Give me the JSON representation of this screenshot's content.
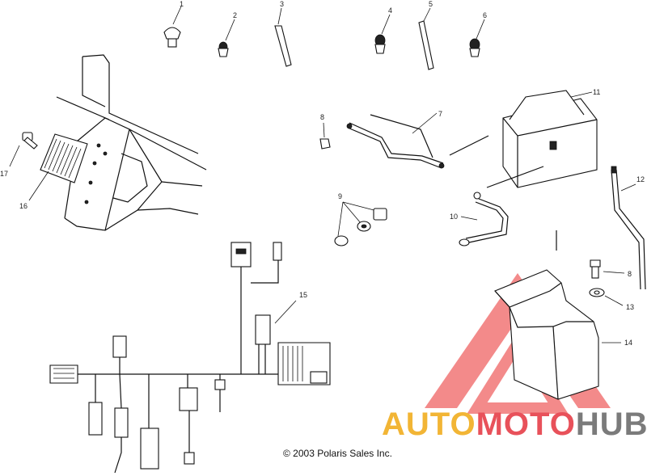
{
  "callouts": [
    {
      "id": "c1",
      "label": "1"
    },
    {
      "id": "c2",
      "label": "2"
    },
    {
      "id": "c3",
      "label": "3"
    },
    {
      "id": "c4",
      "label": "4"
    },
    {
      "id": "c5",
      "label": "5"
    },
    {
      "id": "c6",
      "label": "6"
    },
    {
      "id": "c7",
      "label": "7"
    },
    {
      "id": "c8a",
      "label": "8"
    },
    {
      "id": "c8b",
      "label": "8"
    },
    {
      "id": "c9",
      "label": "9"
    },
    {
      "id": "c10",
      "label": "10"
    },
    {
      "id": "c11",
      "label": "11"
    },
    {
      "id": "c12",
      "label": "12"
    },
    {
      "id": "c13",
      "label": "13"
    },
    {
      "id": "c14",
      "label": "14"
    },
    {
      "id": "c15",
      "label": "15"
    },
    {
      "id": "c16",
      "label": "16"
    },
    {
      "id": "c17",
      "label": "17"
    }
  ],
  "copyright": "© 2003 Polaris Sales Inc.",
  "watermark": {
    "part1": "AUTO",
    "part2": "MOTO",
    "part3": "HUB",
    "color_orange": "#f2b535",
    "color_red": "#e8515a",
    "color_gray": "#7b7b7b",
    "triangle_color": "#f06a6a"
  }
}
